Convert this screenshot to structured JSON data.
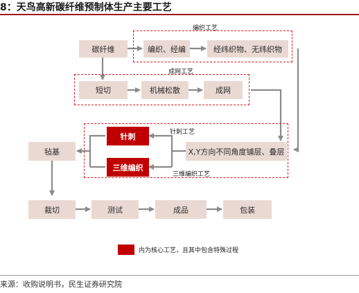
{
  "title": "8：天鸟高新碳纤维预制体生产主要工艺",
  "source": "来源：收购说明书，民生证券研究院",
  "groups": {
    "weaving": "编织工艺",
    "web": "成网工艺",
    "needling": "针刺工艺",
    "braiding3d": "三维编织工艺"
  },
  "nodes": {
    "carbon_fiber": "碳纤维",
    "weave_knit": "编织、经编",
    "fabrics": "经纬织物、无纬织物",
    "chop": "短切",
    "carding": "机械松散",
    "web_forming": "成网",
    "needle_punch": "针刺",
    "braid3d": "三维编织",
    "layup": "X,Y方向不同角度铺层、叠层",
    "felt": "毡基",
    "cut": "裁切",
    "test": "测试",
    "product": "成品",
    "pack": "包装"
  },
  "legend": "内为核心工艺，且其中包含特殊过程",
  "colors": {
    "core": "#c00000",
    "node_fill": "#ead9d3",
    "dashed": "#d9181e",
    "arrow": "#8a8a8a",
    "rule": "#a01418"
  }
}
